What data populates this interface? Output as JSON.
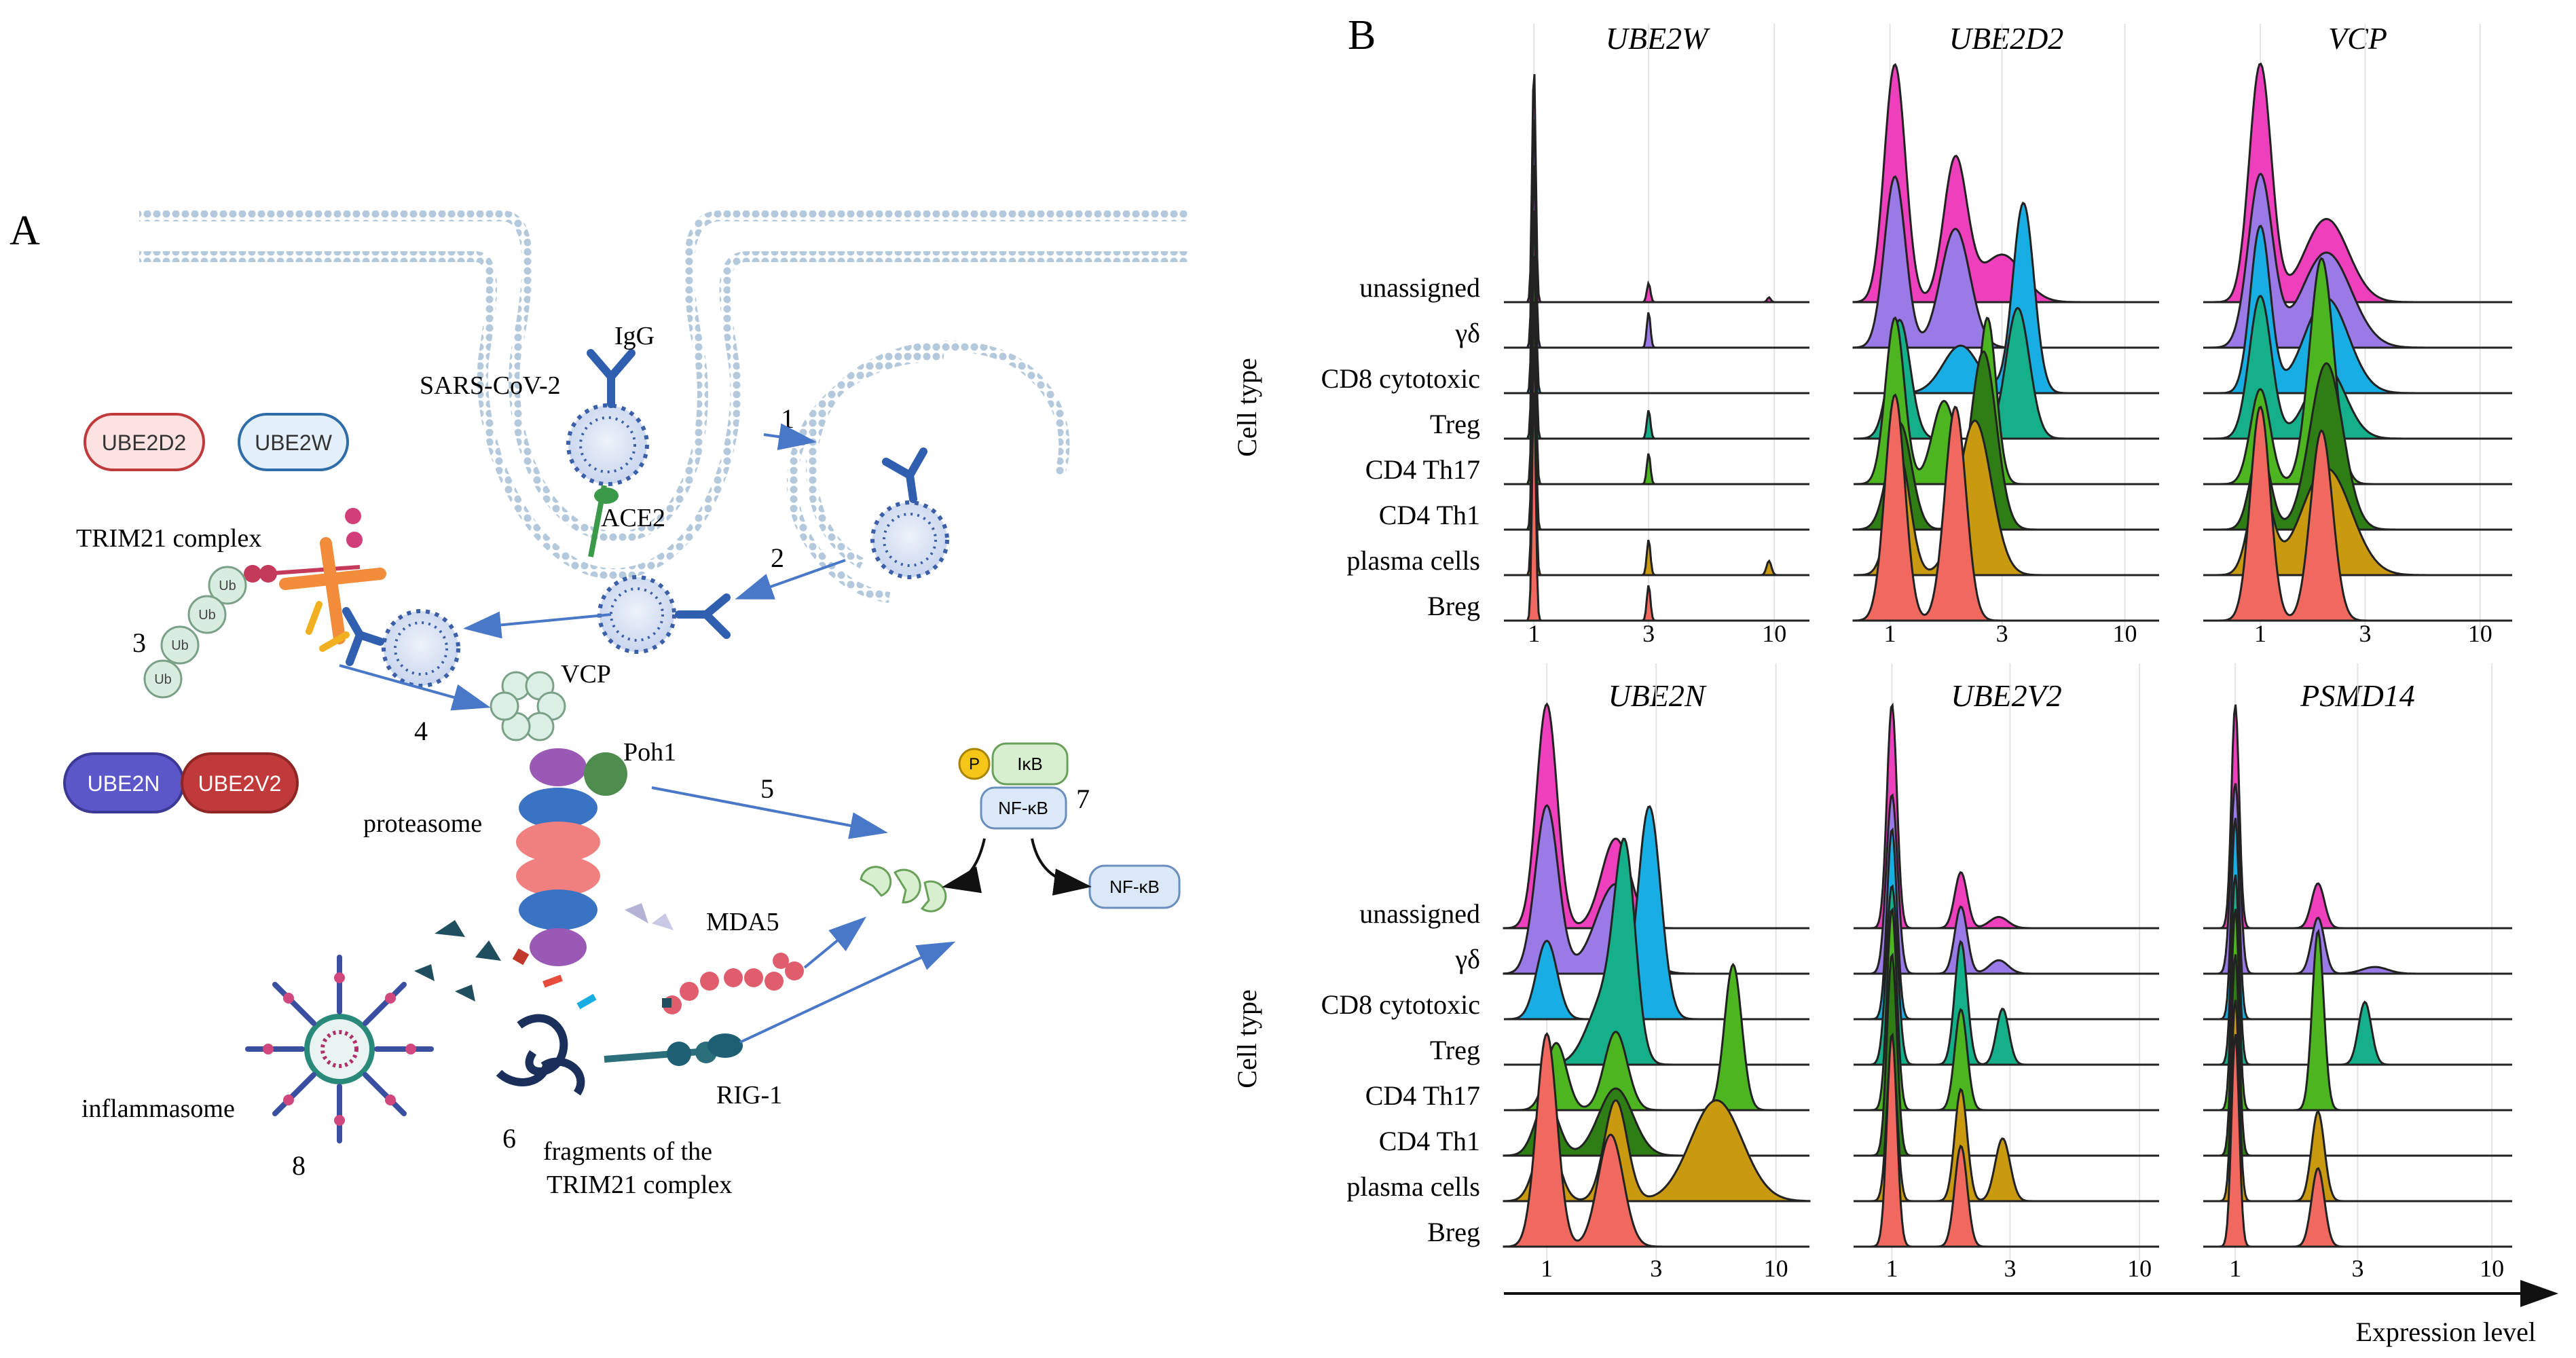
{
  "panel_a": {
    "letter": "A",
    "labels": {
      "igg": "IgG",
      "sars": "SARS-CoV-2",
      "ace2": "ACE2",
      "trim21": "TRIM21 complex",
      "vcp": "VCP",
      "poh1": "Poh1",
      "proteasome": "proteasome",
      "mda5": "MDA5",
      "rig1": "RIG-1",
      "inflammasome": "inflammasome",
      "fragments_line1": "fragments of the",
      "fragments_line2": "TRIM21 complex",
      "ub": "Ub",
      "p": "P",
      "ikb": "IκB",
      "nfkb": "NF-κB",
      "nfkb_out": "NF-κB"
    },
    "enzymes": [
      {
        "label": "UBE2D2",
        "fill": "#fde2e2",
        "stroke": "#c0393b"
      },
      {
        "label": "UBE2W",
        "fill": "#e3f0fb",
        "stroke": "#2f6da8"
      },
      {
        "label": "UBE2N",
        "fill": "#5b57c8",
        "stroke": "#3b3896"
      },
      {
        "label": "UBE2V2",
        "fill": "#c0393b",
        "stroke": "#8f2626"
      }
    ],
    "steps": [
      "1",
      "2",
      "3",
      "4",
      "5",
      "6",
      "7",
      "8"
    ]
  },
  "panel_b": {
    "letter": "B",
    "ylabel": "Cell type",
    "xlabel": "Expression level",
    "cell_types": [
      "unassigned",
      "γδ",
      "CD8 cytotoxic",
      "Treg",
      "CD4 Th17",
      "CD4 Th1",
      "plasma cells",
      "Breg"
    ],
    "colors": [
      "#ee3fbd",
      "#9a7ae6",
      "#19aee3",
      "#15b08a",
      "#4cb51f",
      "#2e7d15",
      "#c99a10",
      "#f0685e"
    ]
  },
  "chart_data": [
    {
      "type": "area",
      "title": "UBE2W",
      "xscale": "log",
      "xlim": [
        0.75,
        14
      ],
      "xticks": [
        1,
        3,
        10
      ],
      "series": [
        {
          "name": "unassigned",
          "peaks": [
            [
              1,
              1.0,
              0.03
            ],
            [
              3,
              0.08,
              0.03
            ],
            [
              9.5,
              0.02,
              0.03
            ]
          ]
        },
        {
          "name": "γδ",
          "peaks": [
            [
              1,
              1.0,
              0.03
            ],
            [
              3,
              0.15,
              0.03
            ]
          ]
        },
        {
          "name": "CD8 cytotoxic",
          "peaks": [
            [
              1,
              1.0,
              0.03
            ]
          ]
        },
        {
          "name": "Treg",
          "peaks": [
            [
              1,
              1.0,
              0.03
            ],
            [
              3,
              0.12,
              0.03
            ]
          ]
        },
        {
          "name": "CD4 Th17",
          "peaks": [
            [
              1,
              1.0,
              0.03
            ],
            [
              3,
              0.13,
              0.03
            ]
          ]
        },
        {
          "name": "CD4 Th1",
          "peaks": [
            [
              1,
              1.0,
              0.03
            ]
          ]
        },
        {
          "name": "plasma cells",
          "peaks": [
            [
              1,
              1.0,
              0.03
            ],
            [
              3,
              0.15,
              0.03
            ],
            [
              9.5,
              0.06,
              0.04
            ]
          ]
        },
        {
          "name": "Breg",
          "peaks": [
            [
              1,
              1.0,
              0.03
            ],
            [
              3,
              0.15,
              0.03
            ]
          ]
        }
      ]
    },
    {
      "type": "area",
      "title": "UBE2D2",
      "xscale": "log",
      "xlim": [
        0.7,
        14
      ],
      "xticks": [
        1,
        3,
        10
      ],
      "series": [
        {
          "name": "unassigned",
          "peaks": [
            [
              1.05,
              1.0,
              0.18
            ],
            [
              1.9,
              0.6,
              0.2
            ],
            [
              3,
              0.2,
              0.35
            ]
          ]
        },
        {
          "name": "γδ",
          "peaks": [
            [
              1.05,
              0.72,
              0.18
            ],
            [
              1.9,
              0.5,
              0.25
            ]
          ]
        },
        {
          "name": "CD8 cytotoxic",
          "peaks": [
            [
              3.7,
              0.8,
              0.18
            ],
            [
              2,
              0.2,
              0.3
            ]
          ]
        },
        {
          "name": "Treg",
          "peaks": [
            [
              1.1,
              0.5,
              0.18
            ],
            [
              3.5,
              0.55,
              0.2
            ]
          ]
        },
        {
          "name": "CD4 Th17",
          "peaks": [
            [
              1.05,
              0.7,
              0.16
            ],
            [
              1.7,
              0.35,
              0.2
            ],
            [
              2.6,
              0.7,
              0.15
            ]
          ]
        },
        {
          "name": "CD4 Th1",
          "peaks": [
            [
              1.1,
              0.45,
              0.2
            ],
            [
              2.5,
              0.75,
              0.22
            ]
          ]
        },
        {
          "name": "plasma cells",
          "peaks": [
            [
              1.1,
              0.5,
              0.18
            ],
            [
              2.3,
              0.65,
              0.28
            ]
          ]
        },
        {
          "name": "Breg",
          "peaks": [
            [
              1.05,
              0.95,
              0.17
            ],
            [
              1.9,
              0.9,
              0.18
            ]
          ]
        }
      ]
    },
    {
      "type": "area",
      "title": "VCP",
      "xscale": "log",
      "xlim": [
        0.55,
        14
      ],
      "xticks": [
        1,
        3,
        10
      ],
      "series": [
        {
          "name": "unassigned",
          "peaks": [
            [
              1,
              1.0,
              0.2
            ],
            [
              2,
              0.35,
              0.4
            ]
          ]
        },
        {
          "name": "γδ",
          "peaks": [
            [
              1,
              0.72,
              0.22
            ],
            [
              2,
              0.4,
              0.45
            ]
          ]
        },
        {
          "name": "CD8 cytotoxic",
          "peaks": [
            [
              1,
              0.7,
              0.18
            ],
            [
              2,
              0.4,
              0.4
            ]
          ]
        },
        {
          "name": "Treg",
          "peaks": [
            [
              1,
              0.6,
              0.2
            ],
            [
              2,
              0.3,
              0.35
            ]
          ]
        },
        {
          "name": "CD4 Th17",
          "peaks": [
            [
              1,
              0.4,
              0.18
            ],
            [
              1.9,
              0.95,
              0.22
            ]
          ]
        },
        {
          "name": "CD4 Th1",
          "peaks": [
            [
              1,
              0.35,
              0.18
            ],
            [
              2,
              0.7,
              0.3
            ]
          ]
        },
        {
          "name": "plasma cells",
          "peaks": [
            [
              1,
              0.4,
              0.2
            ],
            [
              2,
              0.45,
              0.45
            ]
          ]
        },
        {
          "name": "Breg",
          "peaks": [
            [
              1,
              0.9,
              0.18
            ],
            [
              1.9,
              0.8,
              0.2
            ]
          ]
        }
      ]
    },
    {
      "type": "area",
      "title": "UBE2N",
      "xscale": "log",
      "xlim": [
        0.65,
        14
      ],
      "xticks": [
        1,
        3,
        10
      ],
      "series": [
        {
          "name": "unassigned",
          "peaks": [
            [
              1,
              1.0,
              0.18
            ],
            [
              2,
              0.4,
              0.25
            ]
          ]
        },
        {
          "name": "γδ",
          "peaks": [
            [
              1,
              0.75,
              0.2
            ],
            [
              2,
              0.4,
              0.35
            ]
          ]
        },
        {
          "name": "CD8 cytotoxic",
          "peaks": [
            [
              1,
              0.35,
              0.18
            ],
            [
              2.8,
              0.95,
              0.2
            ]
          ]
        },
        {
          "name": "Treg",
          "peaks": [
            [
              2.2,
              0.85,
              0.18
            ],
            [
              1.8,
              0.3,
              0.3
            ]
          ]
        },
        {
          "name": "CD4 Th17",
          "peaks": [
            [
              1.1,
              0.3,
              0.18
            ],
            [
              2,
              0.35,
              0.2
            ],
            [
              6.5,
              0.65,
              0.15
            ]
          ]
        },
        {
          "name": "CD4 Th1",
          "peaks": [
            [
              1,
              0.25,
              0.2
            ],
            [
              2,
              0.3,
              0.3
            ]
          ]
        },
        {
          "name": "plasma cells",
          "peaks": [
            [
              1,
              0.3,
              0.2
            ],
            [
              2,
              0.45,
              0.2
            ],
            [
              5.5,
              0.45,
              0.45
            ]
          ]
        },
        {
          "name": "Breg",
          "peaks": [
            [
              1,
              0.95,
              0.18
            ],
            [
              1.9,
              0.5,
              0.22
            ]
          ]
        }
      ]
    },
    {
      "type": "area",
      "title": "UBE2V2",
      "xscale": "log",
      "xlim": [
        0.7,
        12
      ],
      "xticks": [
        1,
        3,
        10
      ],
      "series": [
        {
          "name": "unassigned",
          "peaks": [
            [
              1,
              1.0,
              0.08
            ],
            [
              1.9,
              0.25,
              0.1
            ],
            [
              2.7,
              0.05,
              0.15
            ]
          ]
        },
        {
          "name": "γδ",
          "peaks": [
            [
              1,
              0.8,
              0.09
            ],
            [
              1.9,
              0.3,
              0.1
            ],
            [
              2.7,
              0.06,
              0.15
            ]
          ]
        },
        {
          "name": "CD8 cytotoxic",
          "peaks": [
            [
              1,
              0.85,
              0.08
            ]
          ]
        },
        {
          "name": "Treg",
          "peaks": [
            [
              1,
              0.8,
              0.09
            ],
            [
              1.9,
              0.55,
              0.1
            ],
            [
              2.8,
              0.25,
              0.1
            ]
          ]
        },
        {
          "name": "CD4 Th17",
          "peaks": [
            [
              1,
              0.9,
              0.08
            ],
            [
              1.9,
              0.45,
              0.1
            ]
          ]
        },
        {
          "name": "CD4 Th1",
          "peaks": [
            [
              1,
              0.9,
              0.08
            ]
          ]
        },
        {
          "name": "plasma cells",
          "peaks": [
            [
              1,
              0.7,
              0.08
            ],
            [
              1.9,
              0.5,
              0.1
            ],
            [
              2.8,
              0.28,
              0.12
            ]
          ]
        },
        {
          "name": "Breg",
          "peaks": [
            [
              1,
              0.95,
              0.08
            ],
            [
              1.9,
              0.45,
              0.1
            ]
          ]
        }
      ]
    },
    {
      "type": "area",
      "title": "PSMD14",
      "xscale": "log",
      "xlim": [
        0.75,
        12
      ],
      "xticks": [
        1,
        3,
        10
      ],
      "series": [
        {
          "name": "unassigned",
          "peaks": [
            [
              1,
              1.0,
              0.06
            ],
            [
              2.1,
              0.2,
              0.1
            ]
          ]
        },
        {
          "name": "γδ",
          "peaks": [
            [
              1,
              0.85,
              0.07
            ],
            [
              2.1,
              0.25,
              0.1
            ],
            [
              3.5,
              0.03,
              0.2
            ]
          ]
        },
        {
          "name": "CD8 cytotoxic",
          "peaks": [
            [
              1,
              0.9,
              0.06
            ]
          ]
        },
        {
          "name": "Treg",
          "peaks": [
            [
              1,
              0.85,
              0.06
            ],
            [
              3.2,
              0.28,
              0.1
            ]
          ]
        },
        {
          "name": "CD4 Th17",
          "peaks": [
            [
              1,
              0.9,
              0.06
            ],
            [
              2.1,
              0.8,
              0.09
            ]
          ]
        },
        {
          "name": "CD4 Th1",
          "peaks": [
            [
              1,
              0.9,
              0.06
            ]
          ]
        },
        {
          "name": "plasma cells",
          "peaks": [
            [
              1,
              0.9,
              0.06
            ],
            [
              2.1,
              0.4,
              0.1
            ]
          ]
        },
        {
          "name": "Breg",
          "peaks": [
            [
              1,
              0.95,
              0.06
            ],
            [
              2.1,
              0.35,
              0.1
            ]
          ]
        }
      ]
    }
  ]
}
